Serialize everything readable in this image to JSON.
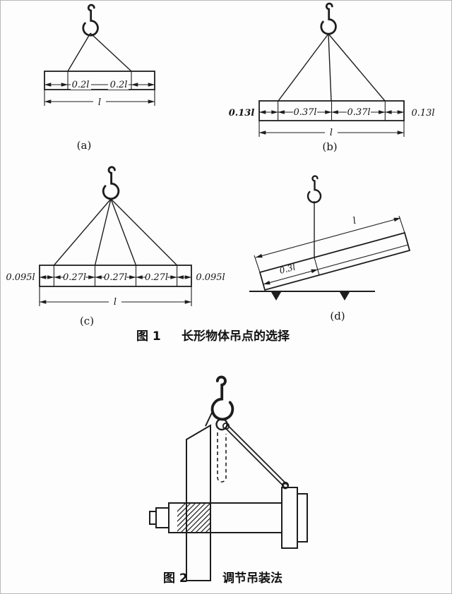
{
  "page": {
    "background": "#fdfdfd",
    "ink": "#1d1d1d"
  },
  "figure1": {
    "caption_label": "图 1",
    "caption_title": "长形物体吊点的选择",
    "sub_a": {
      "label": "(a)",
      "dim_left": "0.2l",
      "dim_right": "0.2l",
      "dim_total": "l"
    },
    "sub_b": {
      "label": "(b)",
      "dim_end_left": "0.13l",
      "dim_mid_left": "0.37l",
      "dim_mid_right": "0.37l",
      "dim_end_right": "0.13l",
      "dim_total": "l"
    },
    "sub_c": {
      "label": "(c)",
      "dim_end_left": "0.095l",
      "dim_seg1": "0.27l",
      "dim_seg2": "0.27l",
      "dim_seg3": "0.27l",
      "dim_end_right": "0.095l",
      "dim_total": "l"
    },
    "sub_d": {
      "label": "(d)",
      "dim_length": "l",
      "dim_offset": "0.3l"
    }
  },
  "figure2": {
    "caption_label": "图 2",
    "caption_title": "调节吊装法"
  }
}
